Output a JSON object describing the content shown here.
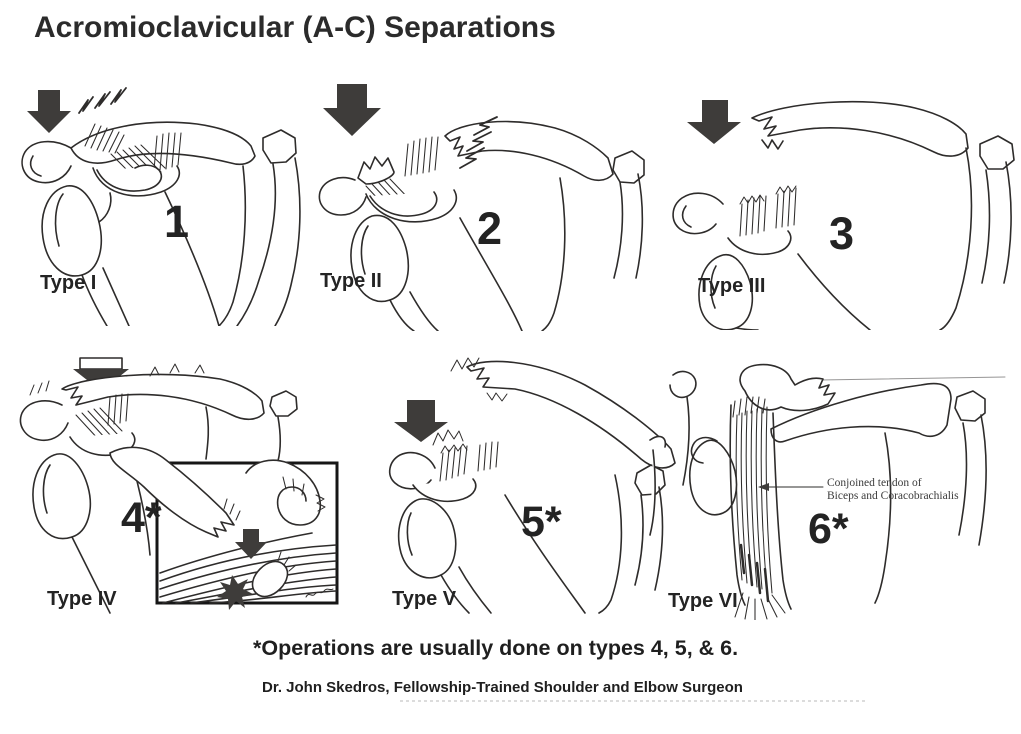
{
  "title": "Acromioclavicular (A-C) Separations",
  "panels": [
    {
      "id": "type-1",
      "number": "1",
      "label": "Type I"
    },
    {
      "id": "type-2",
      "number": "2",
      "label": "Type II"
    },
    {
      "id": "type-3",
      "number": "3",
      "label": "Type III"
    },
    {
      "id": "type-4",
      "number": "4*",
      "label": "Type IV"
    },
    {
      "id": "type-5",
      "number": "5*",
      "label": "Type V"
    },
    {
      "id": "type-6",
      "number": "6*",
      "label": "Type VI"
    }
  ],
  "annotation": {
    "line1": "Conjoined tendon of",
    "line2": "Biceps and Coracobrachialis"
  },
  "footer": {
    "note": "*Operations are usually done on types 4, 5, & 6.",
    "credit": "Dr. John Skedros, Fellowship-Trained Shoulder and Elbow Surgeon"
  },
  "colors": {
    "ink": "#2e2c2b",
    "arrow": "#3e3c3a",
    "background": "#ffffff"
  }
}
